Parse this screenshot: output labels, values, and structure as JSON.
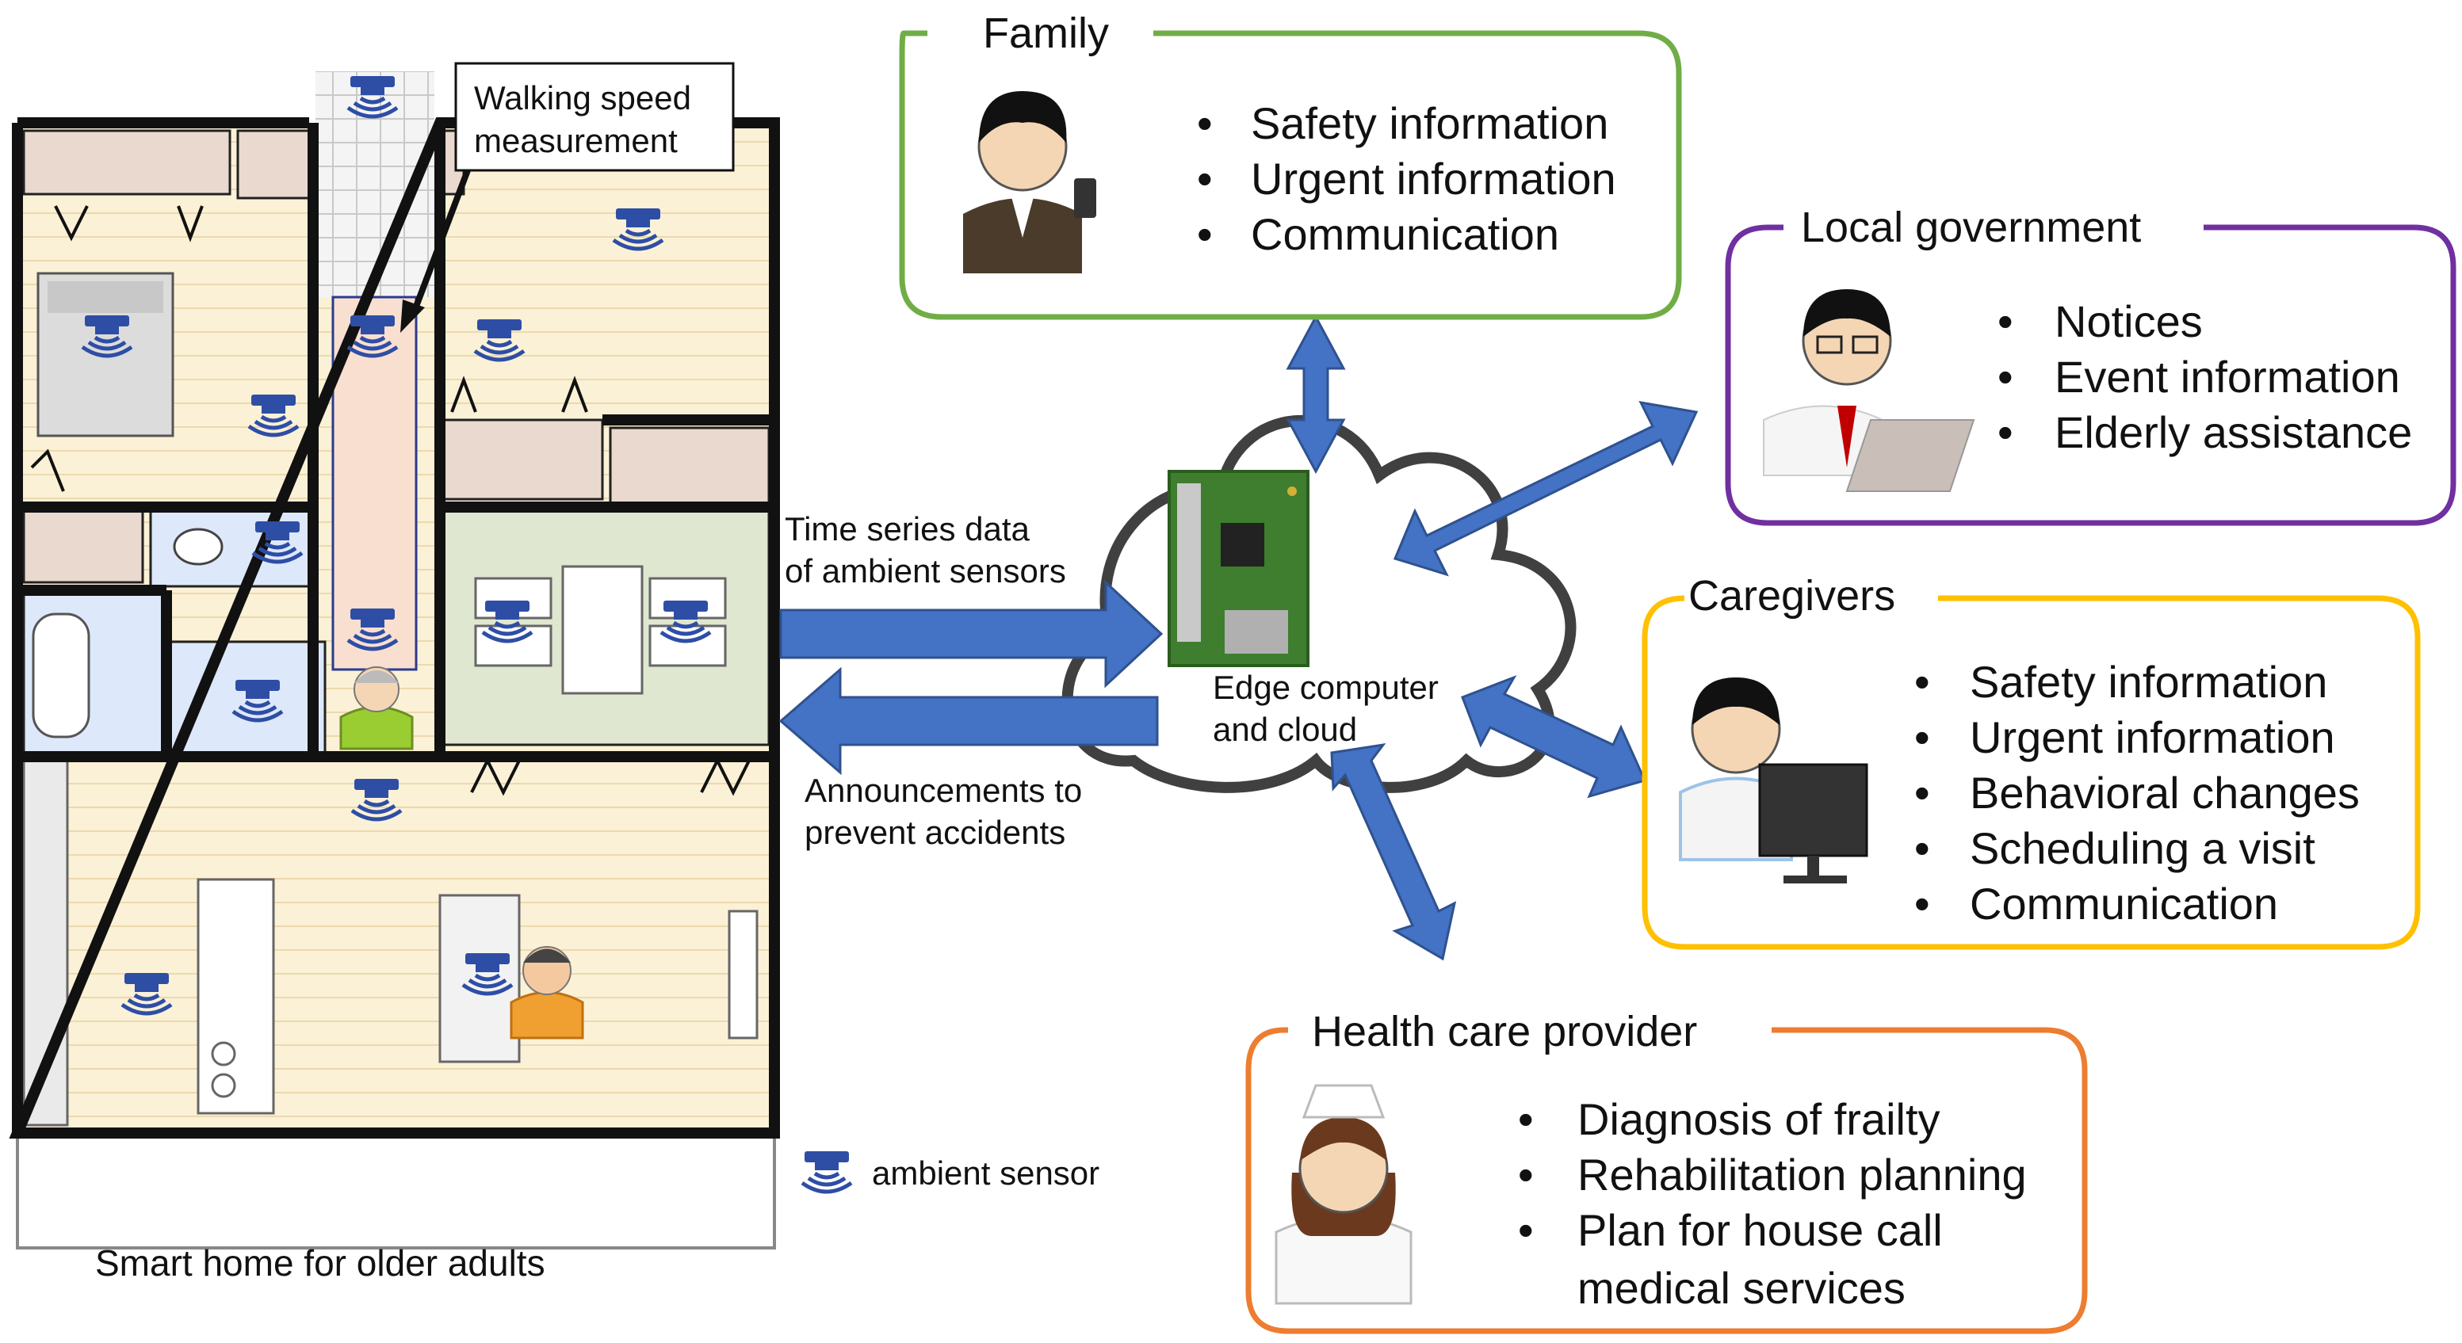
{
  "floorplan": {
    "caption": "Smart home for older adults",
    "walking_label_line1": "Walking speed",
    "walking_label_line2": "measurement"
  },
  "legend": {
    "label": "ambient sensor",
    "icon": "ambient-sensor-icon"
  },
  "flows": {
    "to_cloud_line1": "Time series data",
    "to_cloud_line2": "of ambient sensors",
    "from_cloud_line1": "Announcements to",
    "from_cloud_line2": "prevent accidents"
  },
  "cloud": {
    "label_line1": "Edge computer",
    "label_line2": "and cloud",
    "icon": "raspberry-pi-board-icon"
  },
  "stakeholders": {
    "family": {
      "title": "Family",
      "color": "#70ad47",
      "items": [
        "Safety information",
        "Urgent information",
        "Communication"
      ]
    },
    "local_government": {
      "title": "Local government",
      "color": "#7030a0",
      "items": [
        "Notices",
        "Event information",
        "Elderly assistance"
      ]
    },
    "caregivers": {
      "title": "Caregivers",
      "color": "#ffc000",
      "items": [
        "Safety information",
        "Urgent information",
        "Behavioral changes",
        "Scheduling a visit",
        "Communication"
      ]
    },
    "health_care": {
      "title": "Health care  provider",
      "color": "#ed7d31",
      "items": [
        "Diagnosis of frailty",
        "Rehabilitation planning",
        "Plan for house call",
        "medical services"
      ]
    }
  },
  "colors": {
    "arrow": "#4472c4",
    "arrow_edge": "#2f528f",
    "sensor": "#2e4ea5"
  }
}
